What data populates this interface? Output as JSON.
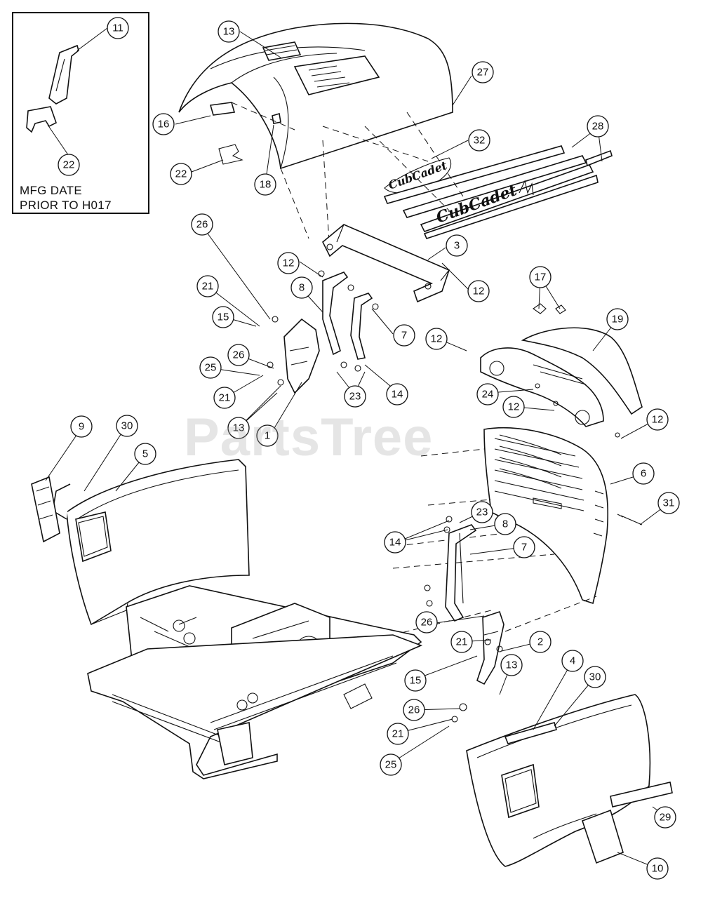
{
  "inset": {
    "note_line1": "MFG DATE",
    "note_line2": "PRIOR TO H017"
  },
  "watermark": "PartsTree",
  "decals": {
    "hood_logo": "CubCadet",
    "stripe_logo": "CubCadet",
    "side_badge": "CUB CADET"
  },
  "callouts": [
    {
      "id": "c-11",
      "label": "11"
    },
    {
      "id": "c-22a",
      "label": "22"
    },
    {
      "id": "c-13a",
      "label": "13"
    },
    {
      "id": "c-16",
      "label": "16"
    },
    {
      "id": "c-22b",
      "label": "22"
    },
    {
      "id": "c-18",
      "label": "18"
    },
    {
      "id": "c-27",
      "label": "27"
    },
    {
      "id": "c-32",
      "label": "32"
    },
    {
      "id": "c-28",
      "label": "28"
    },
    {
      "id": "c-3",
      "label": "3"
    },
    {
      "id": "c-12a",
      "label": "12"
    },
    {
      "id": "c-12b",
      "label": "12"
    },
    {
      "id": "c-26a",
      "label": "26"
    },
    {
      "id": "c-21a",
      "label": "21"
    },
    {
      "id": "c-15a",
      "label": "15"
    },
    {
      "id": "c-8a",
      "label": "8"
    },
    {
      "id": "c-7a",
      "label": "7"
    },
    {
      "id": "c-26b",
      "label": "26"
    },
    {
      "id": "c-25a",
      "label": "25"
    },
    {
      "id": "c-21b",
      "label": "21"
    },
    {
      "id": "c-23a",
      "label": "23"
    },
    {
      "id": "c-14a",
      "label": "14"
    },
    {
      "id": "c-13b",
      "label": "13"
    },
    {
      "id": "c-1",
      "label": "1"
    },
    {
      "id": "c-17",
      "label": "17"
    },
    {
      "id": "c-19",
      "label": "19"
    },
    {
      "id": "c-12c",
      "label": "12"
    },
    {
      "id": "c-24",
      "label": "24"
    },
    {
      "id": "c-12d",
      "label": "12"
    },
    {
      "id": "c-12e",
      "label": "12"
    },
    {
      "id": "c-9",
      "label": "9"
    },
    {
      "id": "c-30a",
      "label": "30"
    },
    {
      "id": "c-5",
      "label": "5"
    },
    {
      "id": "c-6",
      "label": "6"
    },
    {
      "id": "c-31",
      "label": "31"
    },
    {
      "id": "c-23b",
      "label": "23"
    },
    {
      "id": "c-8b",
      "label": "8"
    },
    {
      "id": "c-14b",
      "label": "14"
    },
    {
      "id": "c-7b",
      "label": "7"
    },
    {
      "id": "c-26c",
      "label": "26"
    },
    {
      "id": "c-21c",
      "label": "21"
    },
    {
      "id": "c-2",
      "label": "2"
    },
    {
      "id": "c-15b",
      "label": "15"
    },
    {
      "id": "c-13c",
      "label": "13"
    },
    {
      "id": "c-4",
      "label": "4"
    },
    {
      "id": "c-30b",
      "label": "30"
    },
    {
      "id": "c-26d",
      "label": "26"
    },
    {
      "id": "c-21d",
      "label": "21"
    },
    {
      "id": "c-25b",
      "label": "25"
    },
    {
      "id": "c-29",
      "label": "29"
    },
    {
      "id": "c-10",
      "label": "10"
    }
  ]
}
